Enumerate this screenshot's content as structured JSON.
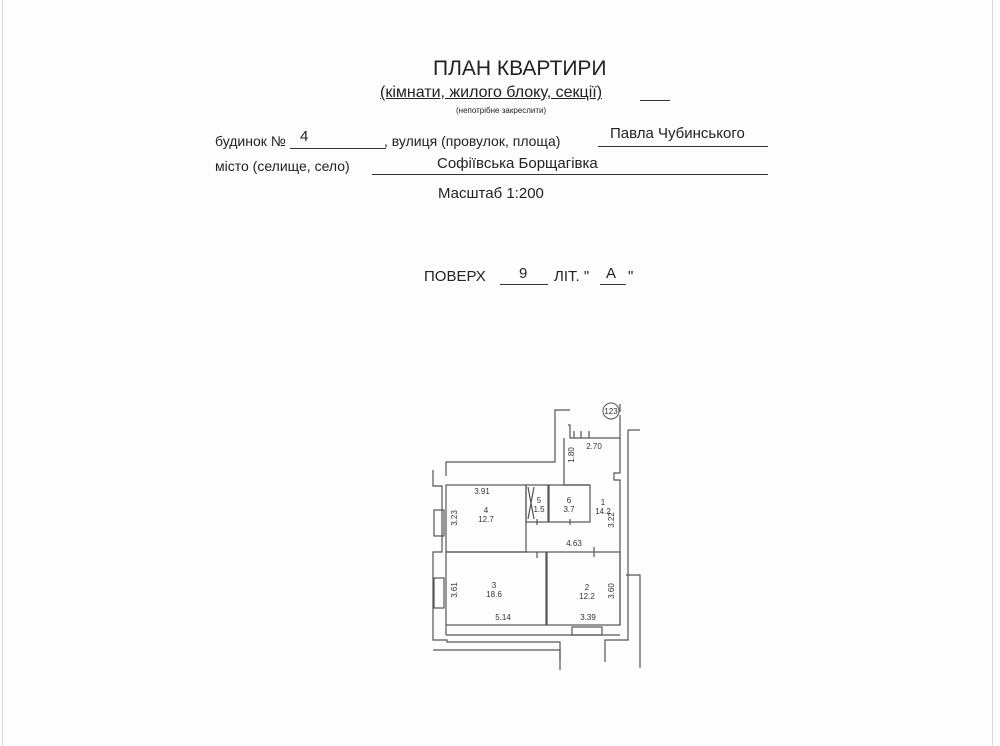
{
  "header": {
    "title": "ПЛАН КВАРТИРИ",
    "subtitle": "(кімнати, жилого блоку, секції)",
    "note": "(непотрібне закреслити)"
  },
  "address": {
    "house_label": "будинок №",
    "house_value": "4",
    "street_label": ", вулиця (провулок, площа)",
    "street_value": "Павла Чубинського",
    "city_label": "місто (селище, село)",
    "city_value": "Софіївська Борщагівка",
    "scale": "Масштаб 1:200"
  },
  "floor": {
    "floor_label": "ПОВЕРХ",
    "floor_value": "9",
    "lit_label": "ЛІТ. \"",
    "lit_value": "А",
    "lit_close": "\""
  },
  "plan": {
    "axis_marker": "123",
    "rooms": [
      {
        "num": "1",
        "area": "14.2"
      },
      {
        "num": "2",
        "area": "12.2"
      },
      {
        "num": "3",
        "area": "18.6"
      },
      {
        "num": "4",
        "area": "12.7"
      },
      {
        "num": "5",
        "area": "1.5"
      },
      {
        "num": "6",
        "area": "3.7"
      }
    ],
    "dimensions": {
      "d270": "2.70",
      "d180": "1.80",
      "d391": "3.91",
      "d323": "3.23",
      "d322": "3.22",
      "d463": "4.63",
      "d361": "3.61",
      "d360": "3.60",
      "d514": "5.14",
      "d339": "3.39"
    }
  }
}
